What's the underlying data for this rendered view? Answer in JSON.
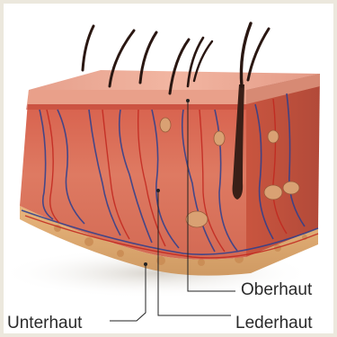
{
  "diagram": {
    "labels": {
      "oberhaut": "Oberhaut",
      "lederhaut": "Lederhaut",
      "unterhaut": "Unterhaut"
    }
  },
  "colors": {
    "background": "#ece8dd",
    "epidermis": "#e59a84",
    "dermis": "#d96a55",
    "subcutis": "#e9c187",
    "vessel_blue": "#2b3f8f",
    "vessel_red": "#c2261e",
    "hair": "#2a1712"
  }
}
